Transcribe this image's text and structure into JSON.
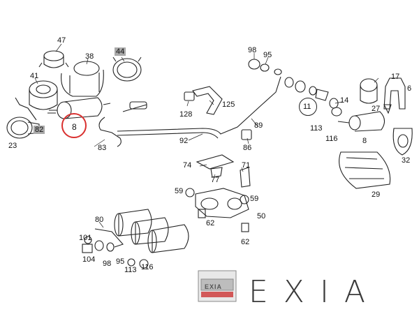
{
  "diagram": {
    "part_labels": [
      {
        "id": "47",
        "text": "47"
      },
      {
        "id": "38",
        "text": "38"
      },
      {
        "id": "44",
        "text": "44",
        "boxed": true
      },
      {
        "id": "41",
        "text": "41"
      },
      {
        "id": "8a",
        "text": "8"
      },
      {
        "id": "82",
        "text": "82",
        "boxed": true
      },
      {
        "id": "23",
        "text": "23"
      },
      {
        "id": "83",
        "text": "83"
      },
      {
        "id": "128",
        "text": "128"
      },
      {
        "id": "125",
        "text": "125"
      },
      {
        "id": "98a",
        "text": "98"
      },
      {
        "id": "95a",
        "text": "95"
      },
      {
        "id": "89",
        "text": "89"
      },
      {
        "id": "92",
        "text": "92"
      },
      {
        "id": "86",
        "text": "86"
      },
      {
        "id": "11",
        "text": "11"
      },
      {
        "id": "14",
        "text": "14"
      },
      {
        "id": "17",
        "text": "17"
      },
      {
        "id": "6",
        "text": "6"
      },
      {
        "id": "27",
        "text": "27"
      },
      {
        "id": "113a",
        "text": "113"
      },
      {
        "id": "116a",
        "text": "116"
      },
      {
        "id": "8b",
        "text": "8"
      },
      {
        "id": "32",
        "text": "32"
      },
      {
        "id": "29",
        "text": "29"
      },
      {
        "id": "74",
        "text": "74"
      },
      {
        "id": "71",
        "text": "71"
      },
      {
        "id": "77",
        "text": "77"
      },
      {
        "id": "59a",
        "text": "59"
      },
      {
        "id": "59b",
        "text": "59"
      },
      {
        "id": "50",
        "text": "50"
      },
      {
        "id": "62a",
        "text": "62"
      },
      {
        "id": "62b",
        "text": "62"
      },
      {
        "id": "80",
        "text": "80"
      },
      {
        "id": "101",
        "text": "101"
      },
      {
        "id": "104",
        "text": "104"
      },
      {
        "id": "98b",
        "text": "98"
      },
      {
        "id": "95b",
        "text": "95"
      },
      {
        "id": "113b",
        "text": "113"
      },
      {
        "id": "116b",
        "text": "116"
      }
    ],
    "highlighted_part": "8",
    "brand": "EXIA",
    "logo_text": "EXIA"
  }
}
